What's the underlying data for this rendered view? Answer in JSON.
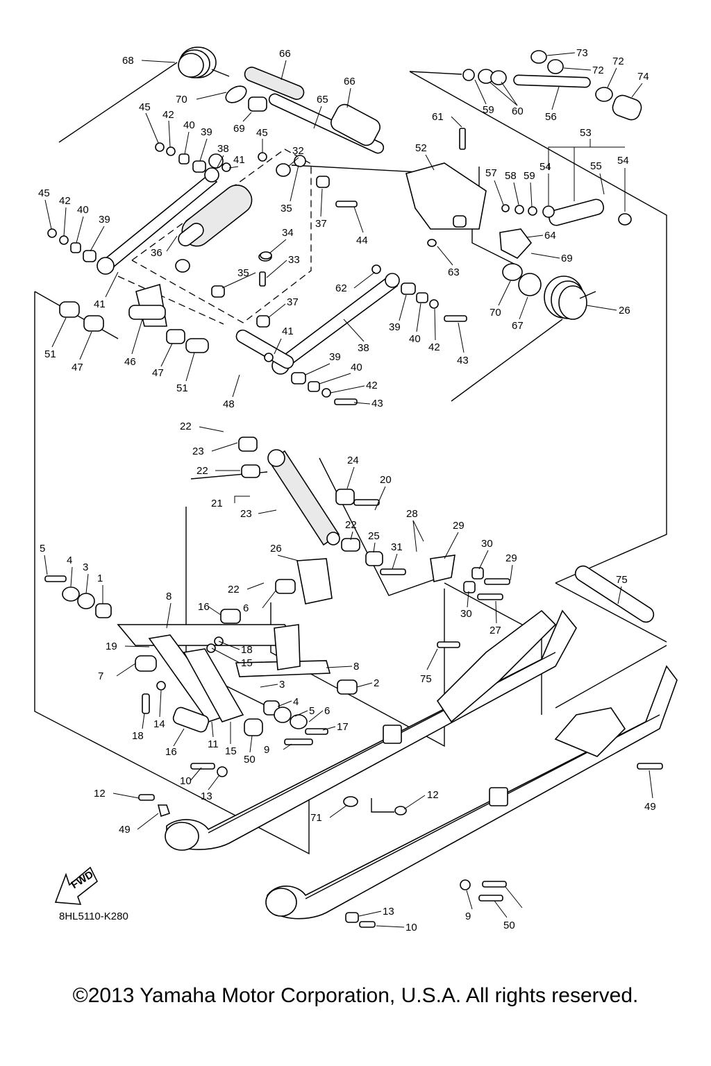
{
  "diagram_code": "8HL5110-K280",
  "fwd_label": "FWD",
  "copyright": "©2013 Yamaha Motor Corporation, U.S.A. All rights reserved.",
  "part_labels": [
    "68",
    "66",
    "66",
    "65",
    "70",
    "69",
    "61",
    "52",
    "53",
    "54",
    "54",
    "55",
    "56",
    "57",
    "58",
    "59",
    "59",
    "60",
    "72",
    "72",
    "73",
    "74",
    "45",
    "42",
    "40",
    "39",
    "38",
    "41",
    "45",
    "32",
    "45",
    "42",
    "40",
    "39",
    "35",
    "37",
    "44",
    "36",
    "34",
    "33",
    "35",
    "37",
    "41",
    "51",
    "47",
    "46",
    "47",
    "51",
    "48",
    "41",
    "39",
    "40",
    "42",
    "43",
    "38",
    "39",
    "40",
    "42",
    "43",
    "62",
    "63",
    "64",
    "69",
    "70",
    "67",
    "26",
    "22",
    "23",
    "22",
    "24",
    "20",
    "21",
    "23",
    "22",
    "25",
    "31",
    "28",
    "29",
    "30",
    "29",
    "30",
    "27",
    "26",
    "22",
    "6",
    "5",
    "4",
    "3",
    "1",
    "8",
    "16",
    "19",
    "18",
    "15",
    "7",
    "8",
    "2",
    "3",
    "4",
    "5",
    "6",
    "17",
    "18",
    "14",
    "16",
    "11",
    "15",
    "50",
    "9",
    "10",
    "13",
    "12",
    "49",
    "71",
    "75",
    "75",
    "49",
    "12",
    "13",
    "10",
    "9",
    "50"
  ]
}
